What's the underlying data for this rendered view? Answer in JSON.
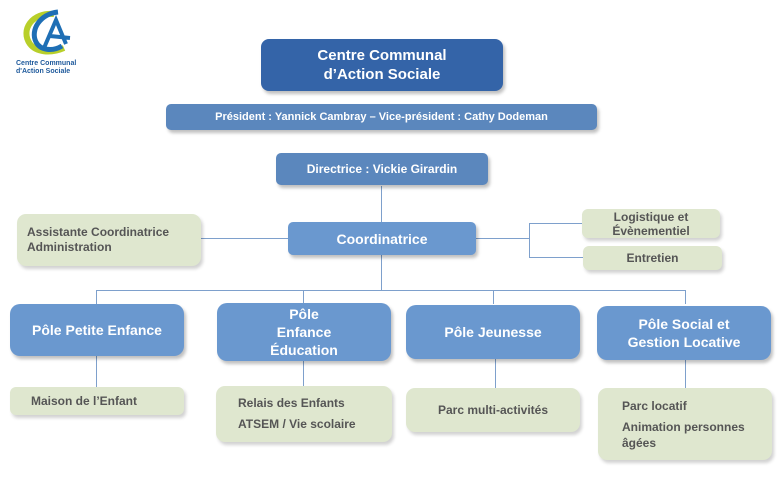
{
  "logo": {
    "line1": "Centre Communal",
    "line2": "d'Action Sociale",
    "colors": {
      "blue": "#1f6fb5",
      "green": "#b8cf2a"
    }
  },
  "org": {
    "root": {
      "line1": "Centre Communal",
      "line2": "d’Action Sociale"
    },
    "board": "Président : Yannick Cambray – Vice-président : Cathy Dodeman",
    "director": "Directrice : Vickie Girardin",
    "coordinator": "Coordinatrice",
    "assistant": {
      "line1": "Assistante Coordinatrice",
      "line2": "Administration"
    },
    "right_services": [
      {
        "line1": "Logistique et",
        "line2": "Évènementiel"
      },
      {
        "line1": "Entretien"
      }
    ],
    "poles": [
      {
        "lines": [
          "Pôle Petite Enfance"
        ],
        "services": [
          "Maison de l’Enfant"
        ]
      },
      {
        "lines": [
          "Pôle",
          "Enfance",
          "Éducation"
        ],
        "services": [
          "Relais des Enfants",
          "ATSEM / Vie scolaire"
        ]
      },
      {
        "lines": [
          "Pôle Jeunesse"
        ],
        "services": [
          "Parc multi-activités"
        ]
      },
      {
        "lines": [
          "Pôle Social et",
          "Gestion Locative"
        ],
        "services": [
          "Parc locatif",
          "Animation personnes",
          "âgées"
        ]
      }
    ]
  },
  "colors": {
    "root_box": "#3464a8",
    "header_box": "#5b87bd",
    "pole_box": "#6a98cf",
    "service_box": "#dfe7cf",
    "connector": "#7ea0cc"
  }
}
